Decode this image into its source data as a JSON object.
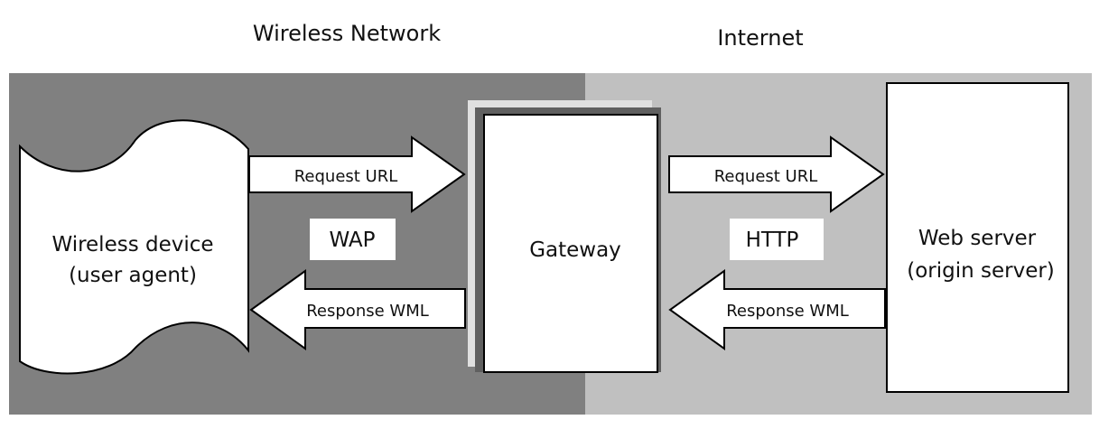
{
  "zones": {
    "wireless_title": "Wireless Network",
    "internet_title": "Internet"
  },
  "nodes": {
    "device_line1": "Wireless device",
    "device_line2": "(user agent)",
    "gateway": "Gateway",
    "server_line1": "Web server",
    "server_line2": "(origin server)"
  },
  "arrows": {
    "left_request": "Request URL",
    "left_response": "Response WML",
    "right_request": "Request URL",
    "right_response": "Response WML"
  },
  "protocols": {
    "left": "WAP",
    "right": "HTTP"
  },
  "colors": {
    "wireless_zone": "#808080",
    "internet_zone": "#c0c0c0",
    "box_fill": "#ffffff",
    "stroke": "#000000"
  }
}
